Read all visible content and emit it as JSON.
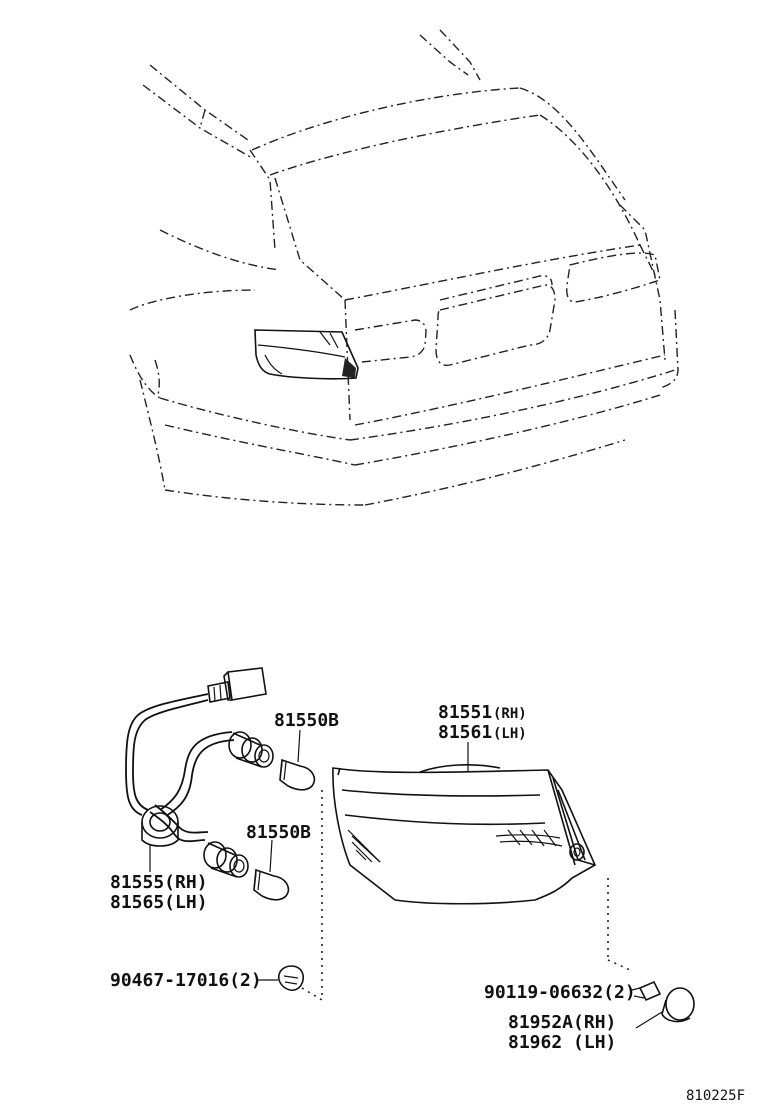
{
  "labels": {
    "bulb_upper": "81550B",
    "bulb_lower": "81550B",
    "lamp_rh_num": "81551",
    "lamp_rh_side": "(RH)",
    "lamp_lh_num": "81561",
    "lamp_lh_side": "(LH)",
    "socket_rh": "81555(RH)",
    "socket_lh": "81565(LH)",
    "clip": "90467-17016(2)",
    "screw": "90119-06632(2)",
    "cover_rh": "81952A(RH)",
    "cover_lh": "81962  (LH)",
    "diagram_code": "810225F"
  }
}
